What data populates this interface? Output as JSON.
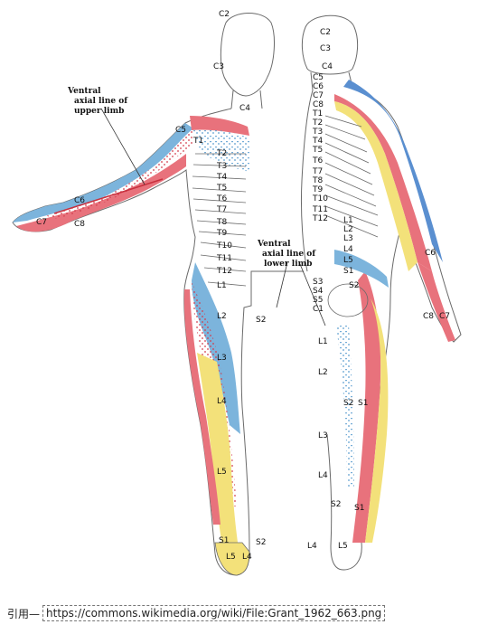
{
  "figure": {
    "annotations": {
      "upper_limb_line": [
        "Ventral",
        "axial line of",
        "upper limb"
      ],
      "lower_limb_line": [
        "Ventral",
        "axial line of",
        "lower limb"
      ]
    },
    "colors": {
      "red": "#e8727c",
      "blue": "#7cb4dc",
      "yellow": "#f3e17a",
      "dots": "#d23a4a",
      "line": "#6a6a6a"
    }
  },
  "caption": {
    "prefix": "引用—",
    "link": "https://commons.wikimedia.org/wiki/File:Grant_1962_663.png"
  }
}
